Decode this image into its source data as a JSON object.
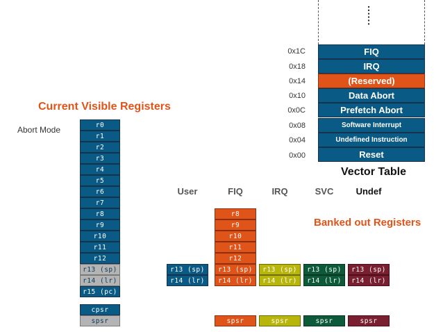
{
  "headings": {
    "current_visible": "Current Visible Registers",
    "mode_label": "Abort Mode",
    "banked_out": "Banked out Registers",
    "vector_table": "Vector Table"
  },
  "visible_registers": [
    "r0",
    "r1",
    "r2",
    "r3",
    "r4",
    "r5",
    "r6",
    "r7",
    "r8",
    "r9",
    "r10",
    "r11",
    "r12",
    "r13 (sp)",
    "r14 (lr)",
    "r15 (pc)"
  ],
  "status_registers": [
    "cpsr",
    "spsr"
  ],
  "mode_columns": [
    "User",
    "FIQ",
    "IRQ",
    "SVC",
    "Undef"
  ],
  "banked": {
    "user": [
      "r13 (sp)",
      "r14 (lr)"
    ],
    "fiq": [
      "r8",
      "r9",
      "r10",
      "r11",
      "r12",
      "r13 (sp)",
      "r14 (lr)"
    ],
    "irq": [
      "r13 (sp)",
      "r14 (lr)"
    ],
    "svc": [
      "r13 (sp)",
      "r14 (lr)"
    ],
    "undef": [
      "r13 (sp)",
      "r14 (lr)"
    ],
    "spsr_label": "spsr"
  },
  "vector_table": [
    {
      "addr": "0x1C",
      "label": "FIQ"
    },
    {
      "addr": "0x18",
      "label": "IRQ"
    },
    {
      "addr": "0x14",
      "label": "(Reserved)"
    },
    {
      "addr": "0x10",
      "label": "Data Abort"
    },
    {
      "addr": "0x0C",
      "label": "Prefetch Abort"
    },
    {
      "addr": "0x08",
      "label": "Software Interrupt"
    },
    {
      "addr": "0x04",
      "label": "Undefined Instruction"
    },
    {
      "addr": "0x00",
      "label": "Reset"
    }
  ],
  "colors": {
    "blue": "#0a5a86",
    "gray": "#b4b4b4",
    "orange": "#e0541a",
    "olive": "#b9b60b",
    "green": "#0c5a3a",
    "maroon": "#7a1f30",
    "heading_orange": "#e0541a"
  },
  "ellipsis": "......"
}
